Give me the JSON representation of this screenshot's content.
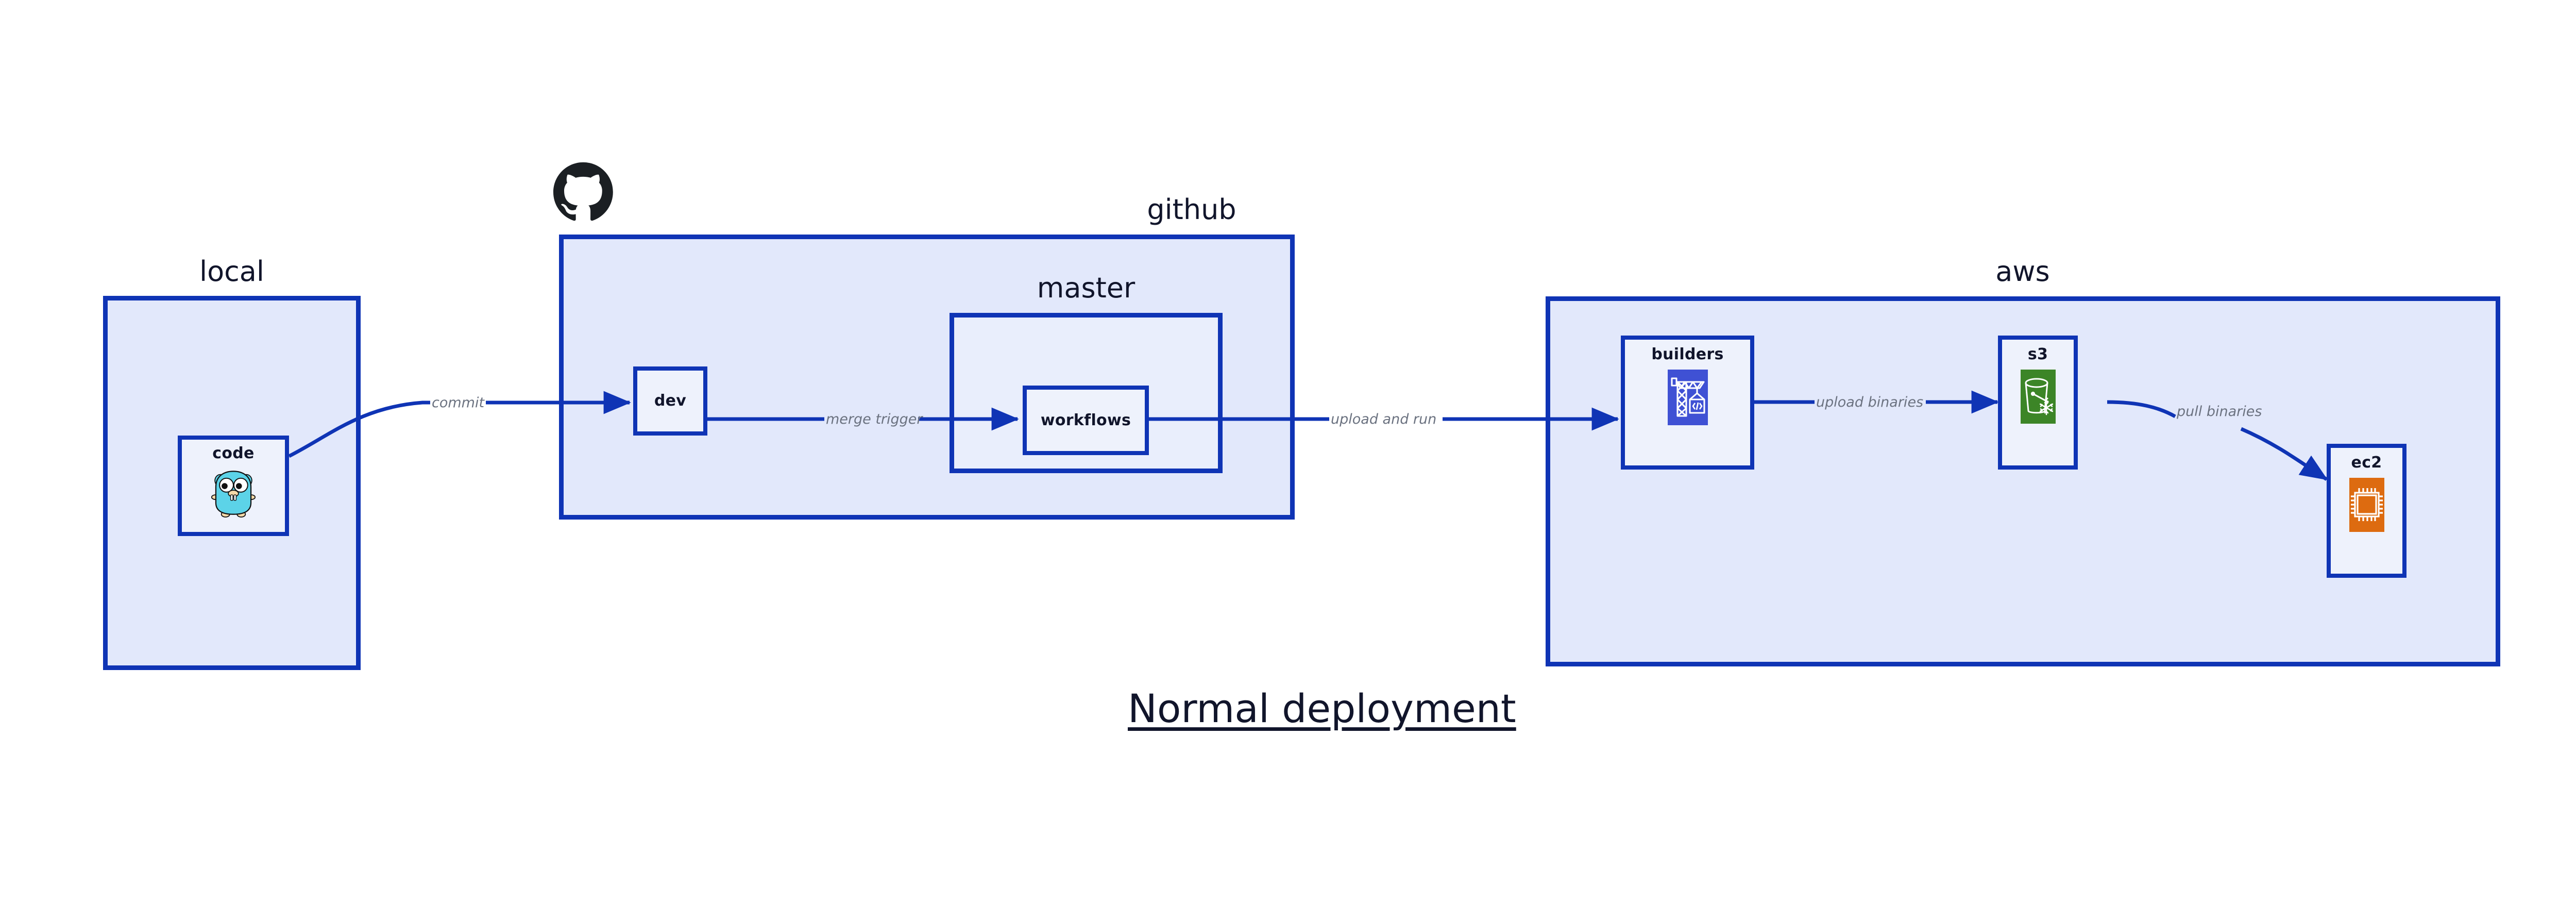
{
  "title": "Normal deployment",
  "colors": {
    "cluster_fill": "#e2e8fb",
    "cluster_inner_fill": "#e9eefc",
    "node_fill": "#eef2fc",
    "border": "#0f34b5",
    "edge": "#0f34b5",
    "edge_label": "#6b7280",
    "text": "#11152b",
    "builders_icon_bg": "#3f51d4",
    "s3_icon_bg": "#3c8527",
    "ec2_icon_bg": "#dd6b10",
    "gopher_body": "#5cd3e8",
    "github_logo": "#1b1f23"
  },
  "clusters": [
    {
      "id": "local",
      "label": "local"
    },
    {
      "id": "github",
      "label": "github"
    },
    {
      "id": "master",
      "label": "master"
    },
    {
      "id": "aws",
      "label": "aws"
    }
  ],
  "nodes": [
    {
      "id": "code",
      "label": "code",
      "icon": "go-gopher-icon",
      "cluster": "local"
    },
    {
      "id": "dev",
      "label": "dev",
      "icon": null,
      "cluster": "github"
    },
    {
      "id": "workflows",
      "label": "workflows",
      "icon": null,
      "cluster": "master"
    },
    {
      "id": "builders",
      "label": "builders",
      "icon": "aws-codebuild-icon",
      "cluster": "aws"
    },
    {
      "id": "s3",
      "label": "s3",
      "icon": "aws-s3-glacier-icon",
      "cluster": "aws"
    },
    {
      "id": "ec2",
      "label": "ec2",
      "icon": "aws-ec2-icon",
      "cluster": "aws"
    }
  ],
  "edges": [
    {
      "id": "commit",
      "from": "code",
      "to": "dev",
      "label": "commit"
    },
    {
      "id": "merge-trigger",
      "from": "dev",
      "to": "workflows",
      "label": "merge trigger"
    },
    {
      "id": "upload-and-run",
      "from": "workflows",
      "to": "builders",
      "label": "upload and run"
    },
    {
      "id": "upload-binaries",
      "from": "builders",
      "to": "s3",
      "label": "upload binaries"
    },
    {
      "id": "pull-binaries",
      "from": "s3",
      "to": "ec2",
      "label": "pull binaries"
    }
  ],
  "logos": [
    {
      "id": "github-logo",
      "name": "github-mark-icon"
    }
  ]
}
